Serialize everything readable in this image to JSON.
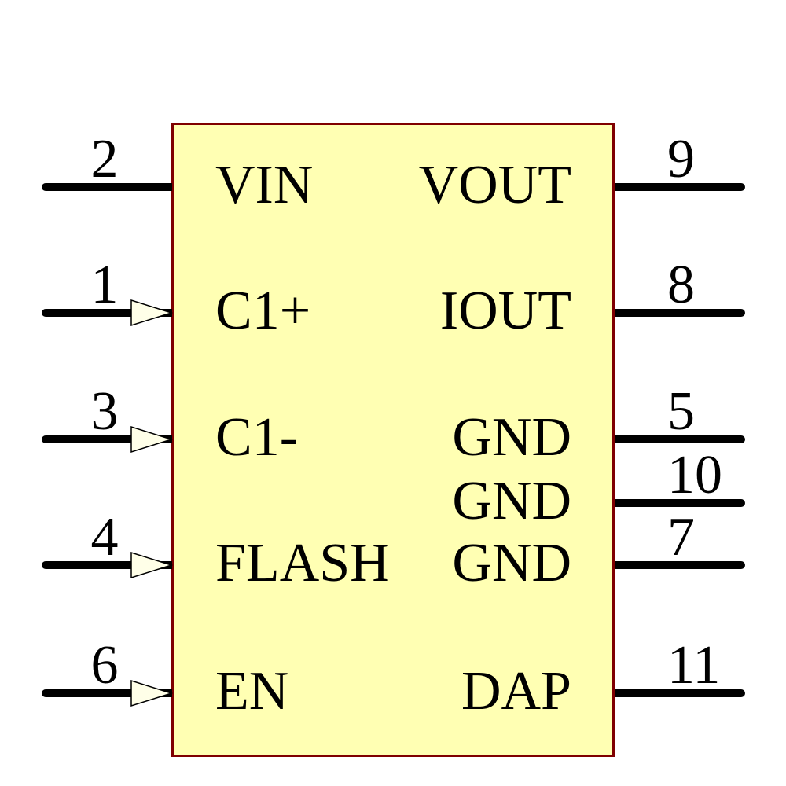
{
  "diagram": {
    "type": "ic-schematic-symbol",
    "colors": {
      "background": "#FFFFFF",
      "body_fill": "#FFFFB3",
      "body_border": "#7F0000",
      "wire": "#000000",
      "arrow_fill": "#FFFFE8",
      "text": "#000000"
    },
    "pins": {
      "left": [
        {
          "number": "2",
          "name": "VIN",
          "arrow": false
        },
        {
          "number": "1",
          "name": "C1+",
          "arrow": true
        },
        {
          "number": "3",
          "name": "C1-",
          "arrow": true
        },
        {
          "number": "4",
          "name": "FLASH",
          "arrow": true
        },
        {
          "number": "6",
          "name": "EN",
          "arrow": true
        }
      ],
      "right": [
        {
          "number": "9",
          "name": "VOUT"
        },
        {
          "number": "8",
          "name": "IOUT"
        },
        {
          "number": "5",
          "name": "GND"
        },
        {
          "number": "10",
          "name": "GND"
        },
        {
          "number": "7",
          "name": "GND"
        },
        {
          "number": "11",
          "name": "DAP"
        }
      ]
    }
  }
}
